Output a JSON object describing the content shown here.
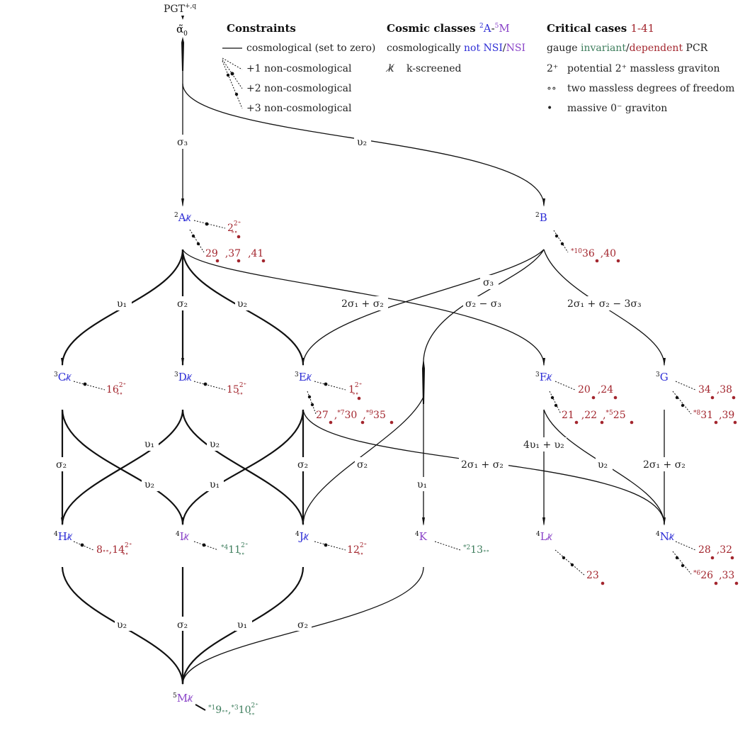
{
  "colors": {
    "nsi_not": "#2f2fd6",
    "nsi": "#8a44c8",
    "gauge_invariant": "#3d7d5c",
    "gauge_dependent": "#a3262e",
    "ink": "#111111"
  },
  "root": {
    "top": "PGT",
    "top_sup": "+,q",
    "alpha": "α̃",
    "alpha_sub": "0"
  },
  "legend": {
    "constraints": {
      "title": "Constraints",
      "items": [
        "cosmological (set to zero)",
        "+1 non-cosmological",
        "+2 non-cosmological",
        "+3 non-cosmological"
      ]
    },
    "cosmic": {
      "title": "Cosmic classes",
      "title_range_a": "A",
      "title_range_a_sup": "2",
      "title_range_dash": "-",
      "title_range_b": "M",
      "title_range_b_sup": "5",
      "line1_pre": "cosmologically",
      "line1_not": "not NSI",
      "line1_slash": "/",
      "line1_nsi": "NSI",
      "k_symbol": "k̸",
      "k_text": "k-screened"
    },
    "critical": {
      "title": "Critical cases",
      "title_range": "1-41",
      "gauge_pre": "gauge",
      "gauge_inv": "invariant",
      "gauge_slash": "/",
      "gauge_dep": "dependent",
      "gauge_post": "PCR",
      "item1_sym": "2⁺",
      "item1": "potential 2⁺ massless graviton",
      "item2_sym": "∘∘",
      "item2": "two massless degrees of freedom",
      "item3_sym": "•",
      "item3": "massive 0⁻ graviton"
    }
  },
  "nodes": {
    "A": {
      "sup": "2",
      "name": "A",
      "ks": "k̸"
    },
    "B": {
      "sup": "2",
      "name": "B",
      "ks": ""
    },
    "C": {
      "sup": "3",
      "name": "C",
      "ks": "k̸"
    },
    "D": {
      "sup": "3",
      "name": "D",
      "ks": "k̸"
    },
    "E": {
      "sup": "3",
      "name": "E",
      "ks": "k̸"
    },
    "F": {
      "sup": "3",
      "name": "F",
      "ks": "k̸"
    },
    "G": {
      "sup": "3",
      "name": "G",
      "ks": ""
    },
    "H": {
      "sup": "4",
      "name": "H",
      "ks": "k̸"
    },
    "I": {
      "sup": "4",
      "name": "I",
      "ks": "k̸"
    },
    "J": {
      "sup": "4",
      "name": "J",
      "ks": "k̸"
    },
    "K": {
      "sup": "4",
      "name": "K",
      "ks": ""
    },
    "L": {
      "sup": "4",
      "name": "L",
      "ks": "k̸"
    },
    "N": {
      "sup": "4",
      "name": "N",
      "ks": "k̸"
    },
    "M": {
      "sup": "5",
      "name": "M",
      "ks": "k̸"
    }
  },
  "edge_labels": {
    "top_sigma3": "σ₃",
    "top_upsilon2": "υ₂",
    "a_upsilon1": "υ₁",
    "a_sigma2": "σ₂",
    "a_upsilon2": "υ₂",
    "a_2s1s2": "2σ₁ + σ₂",
    "b_sigma3": "σ₃",
    "b_s2ms3": "σ₂ − σ₃",
    "b_2s1s2m3s3": "2σ₁ + σ₂ − 3σ₃",
    "c_sigma2": "σ₂",
    "c_upsilon2": "υ₂",
    "d_upsilon1": "υ₁",
    "d_upsilon2": "υ₂",
    "e_upsilon1": "υ₁",
    "e_sigma2": "σ₂",
    "e_2s1s2": "2σ₁ + σ₂",
    "k_sigma2": "σ₂",
    "k_upsilon1": "υ₁",
    "f_4u1u2": "4υ₁ + υ₂",
    "f_upsilon2": "υ₂",
    "g_2s1s2": "2σ₁ + σ₂",
    "h_upsilon2": "υ₂",
    "i_sigma2": "σ₂",
    "j_upsilon1": "υ₁",
    "k2_sigma2": "σ₂"
  },
  "cases": {
    "A1": {
      "num": "2",
      "sup": "2⁺",
      "sub": "∘∘"
    },
    "A2": {
      "parts": [
        "29",
        ",37",
        ",41"
      ]
    },
    "B1": {
      "star": "*10",
      "parts": [
        "36",
        ",40"
      ]
    },
    "C1": {
      "num": "16",
      "sup": "2⁺",
      "sub": "∘∘"
    },
    "D1": {
      "num": "15",
      "sup": "2⁺",
      "sub": "∘∘"
    },
    "E1": {
      "num": "1",
      "sup": "2⁺",
      "sub": "∘∘"
    },
    "E2": {
      "a": "27",
      "b_star": "*7",
      "b": "30",
      "c_star": "*9",
      "c": "35"
    },
    "F1": {
      "parts": [
        "20",
        ",24"
      ]
    },
    "F2": {
      "a": "21",
      "b": ",22",
      "c_star": "*5",
      "c": "25"
    },
    "G1": {
      "parts": [
        "34",
        ",38"
      ]
    },
    "G2": {
      "star": "*8",
      "a": "31",
      "b": ",39"
    },
    "H1": {
      "num_a": "8",
      "num_b": "14",
      "sup": "2⁺",
      "sub": "∘∘"
    },
    "I1": {
      "star": "*4",
      "num": "11",
      "sup": "2⁺",
      "sub": "∘∘"
    },
    "J1": {
      "num": "12",
      "sup": "2⁺",
      "sub": "∘∘"
    },
    "K1": {
      "star": "*2",
      "num": "13",
      "sub": "∘∘"
    },
    "L1": {
      "num": "23"
    },
    "N1": {
      "parts": [
        "28",
        ",32"
      ]
    },
    "N2": {
      "star": "*6",
      "a": "26",
      "b": ",33"
    },
    "M1": {
      "star_a": "*1",
      "num_a": "9",
      "star_b": "*3",
      "num_b": "10",
      "sup": "2⁺",
      "sub": "∘∘"
    }
  }
}
